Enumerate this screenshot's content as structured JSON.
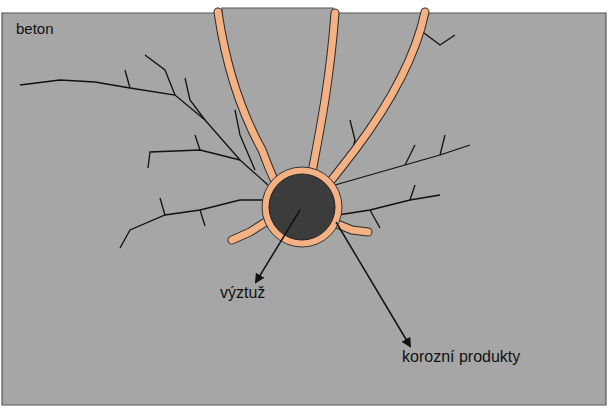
{
  "diagram": {
    "labels": [
      "beton",
      "výztuž",
      "korozní produkty"
    ]
  }
}
